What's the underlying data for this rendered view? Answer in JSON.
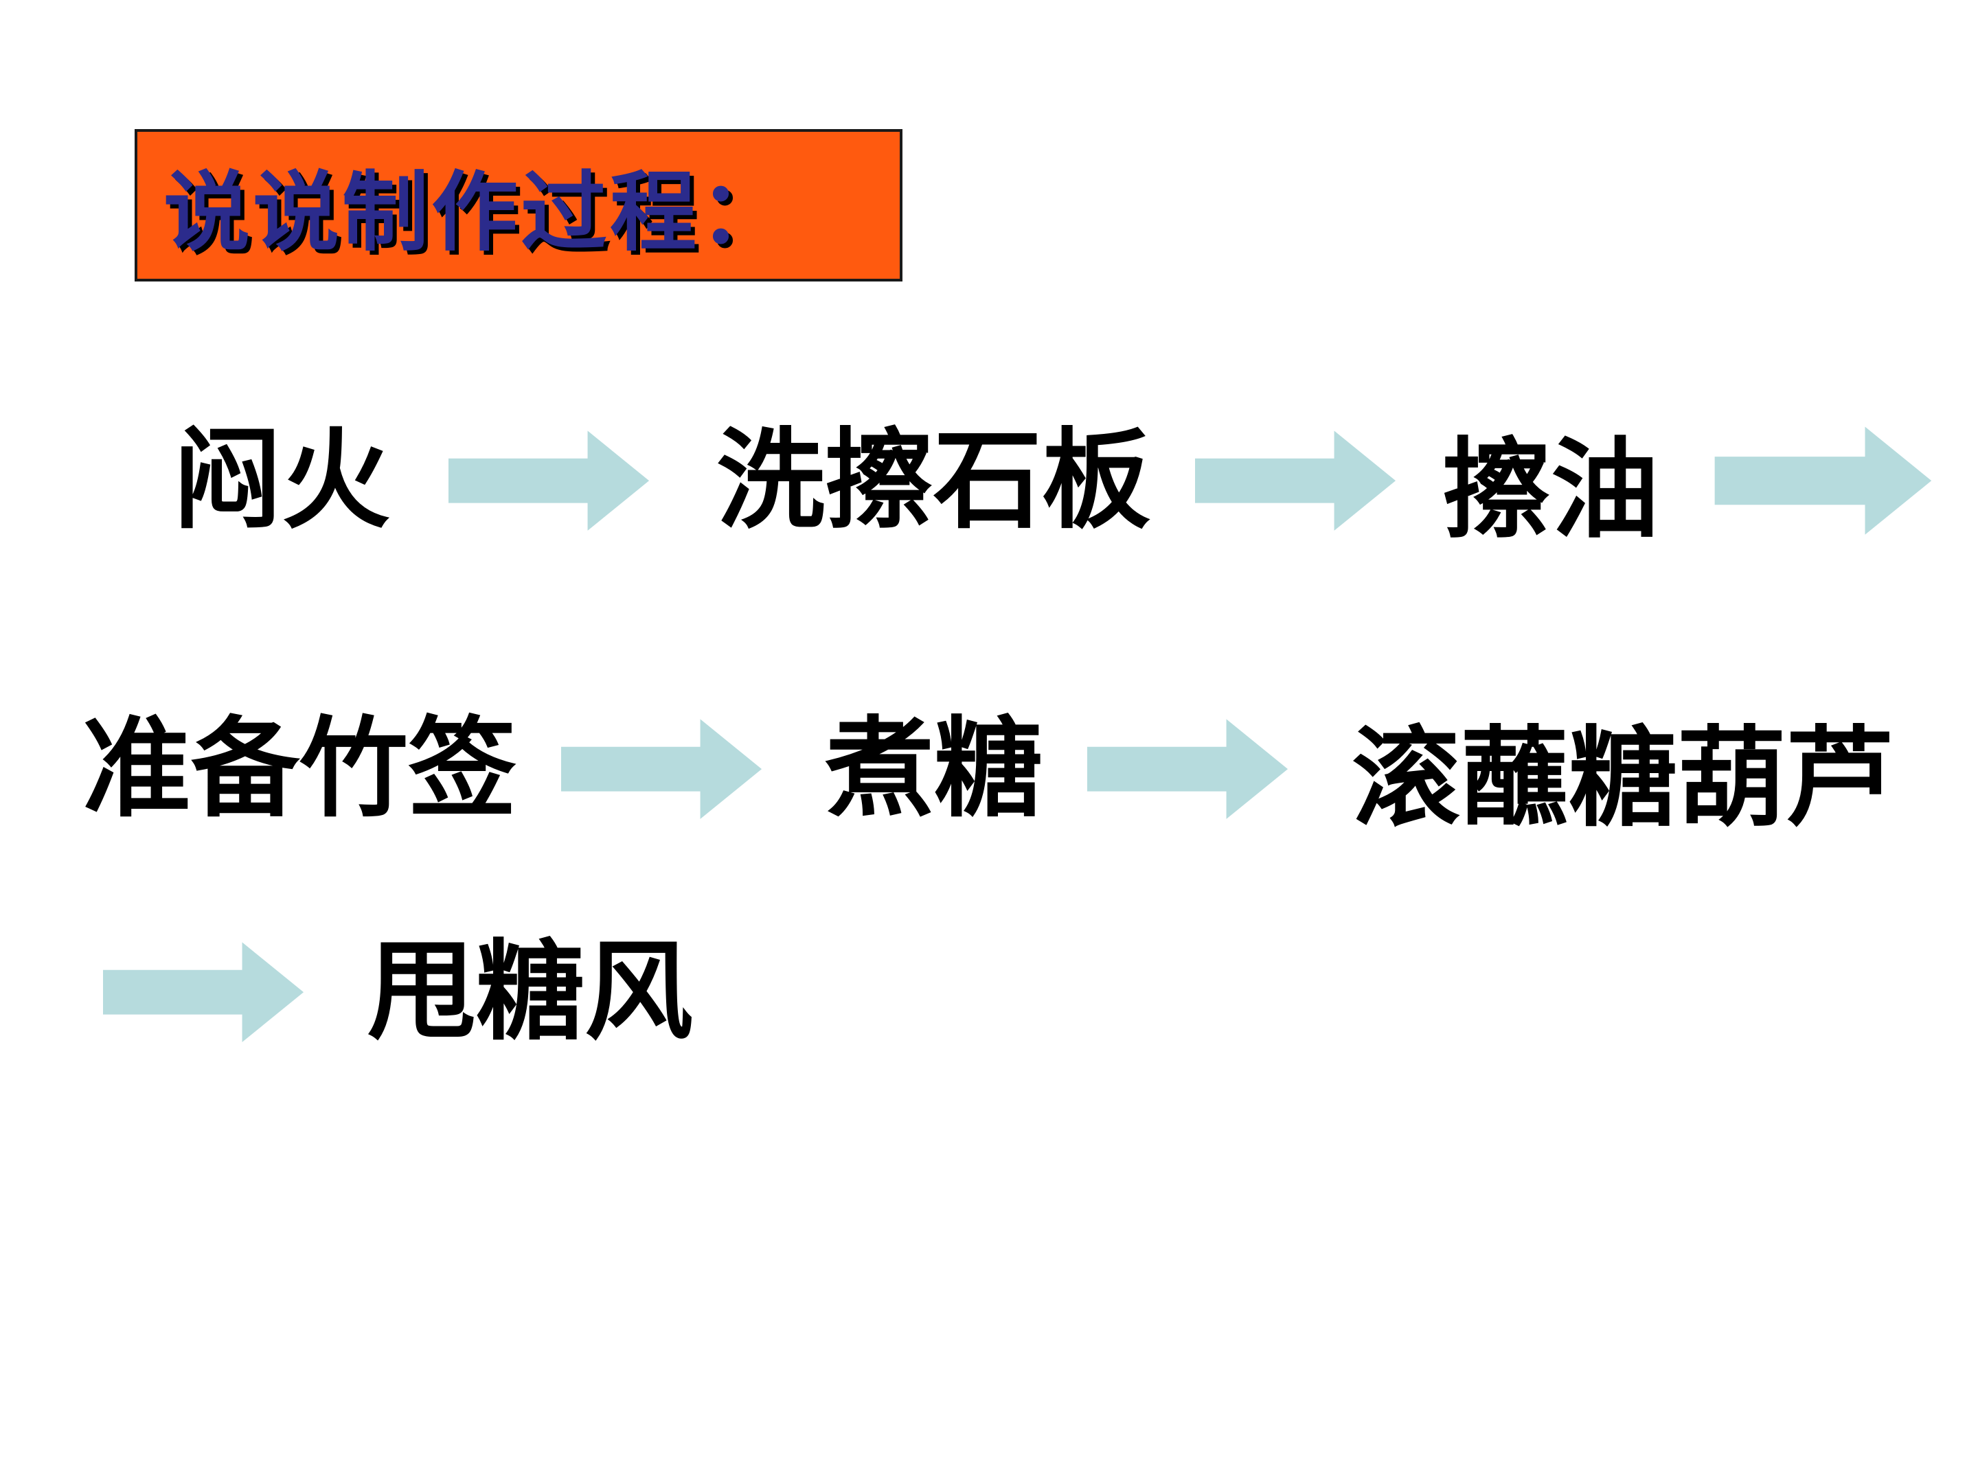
{
  "slide": {
    "title": "说说制作过程：",
    "rows": [
      {
        "steps": [
          "闷火",
          "洗擦石板",
          "擦油"
        ]
      },
      {
        "steps": [
          "准备竹签",
          "煮糖",
          "滚蘸糖葫芦"
        ]
      },
      {
        "steps": [
          "甩糖风"
        ]
      }
    ]
  },
  "colors": {
    "title_bg": "#FF5A0F",
    "title_text": "#2B2B8C",
    "arrow_fill": "#B6DBDD",
    "step_text": "#000000"
  },
  "icons": {
    "flow_arrow": "block-arrow-right-icon"
  }
}
